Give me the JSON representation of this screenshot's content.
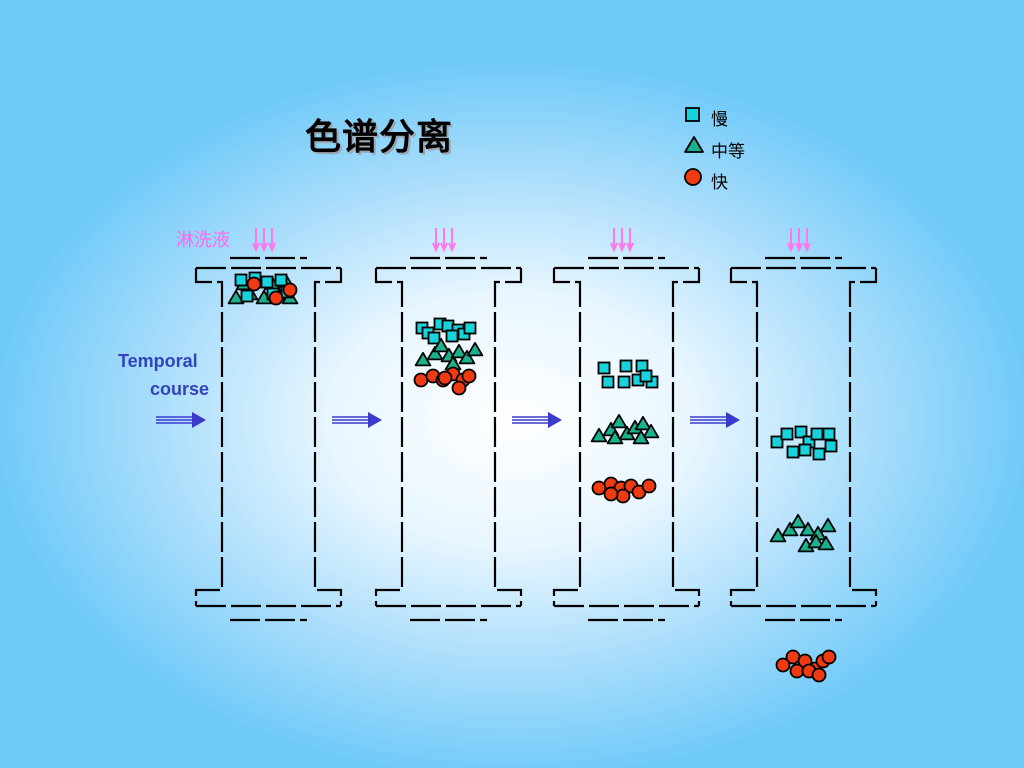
{
  "title": "色谱分离",
  "legend": {
    "slow": "慢",
    "medium": "中等",
    "fast": "快"
  },
  "eluent_label": "淋洗液",
  "timeline": {
    "line1": "Temporal",
    "line2": "course"
  },
  "colors": {
    "square": "#19d3dc",
    "triangle": "#1bb08e",
    "circle": "#ef3a12",
    "arrow_down": "#ff77ee",
    "arrow_right": "#3a3acc",
    "label_blue": "#3344bb"
  },
  "icons": {
    "slow": "square-icon",
    "medium": "triangle-icon",
    "fast": "circle-icon"
  }
}
